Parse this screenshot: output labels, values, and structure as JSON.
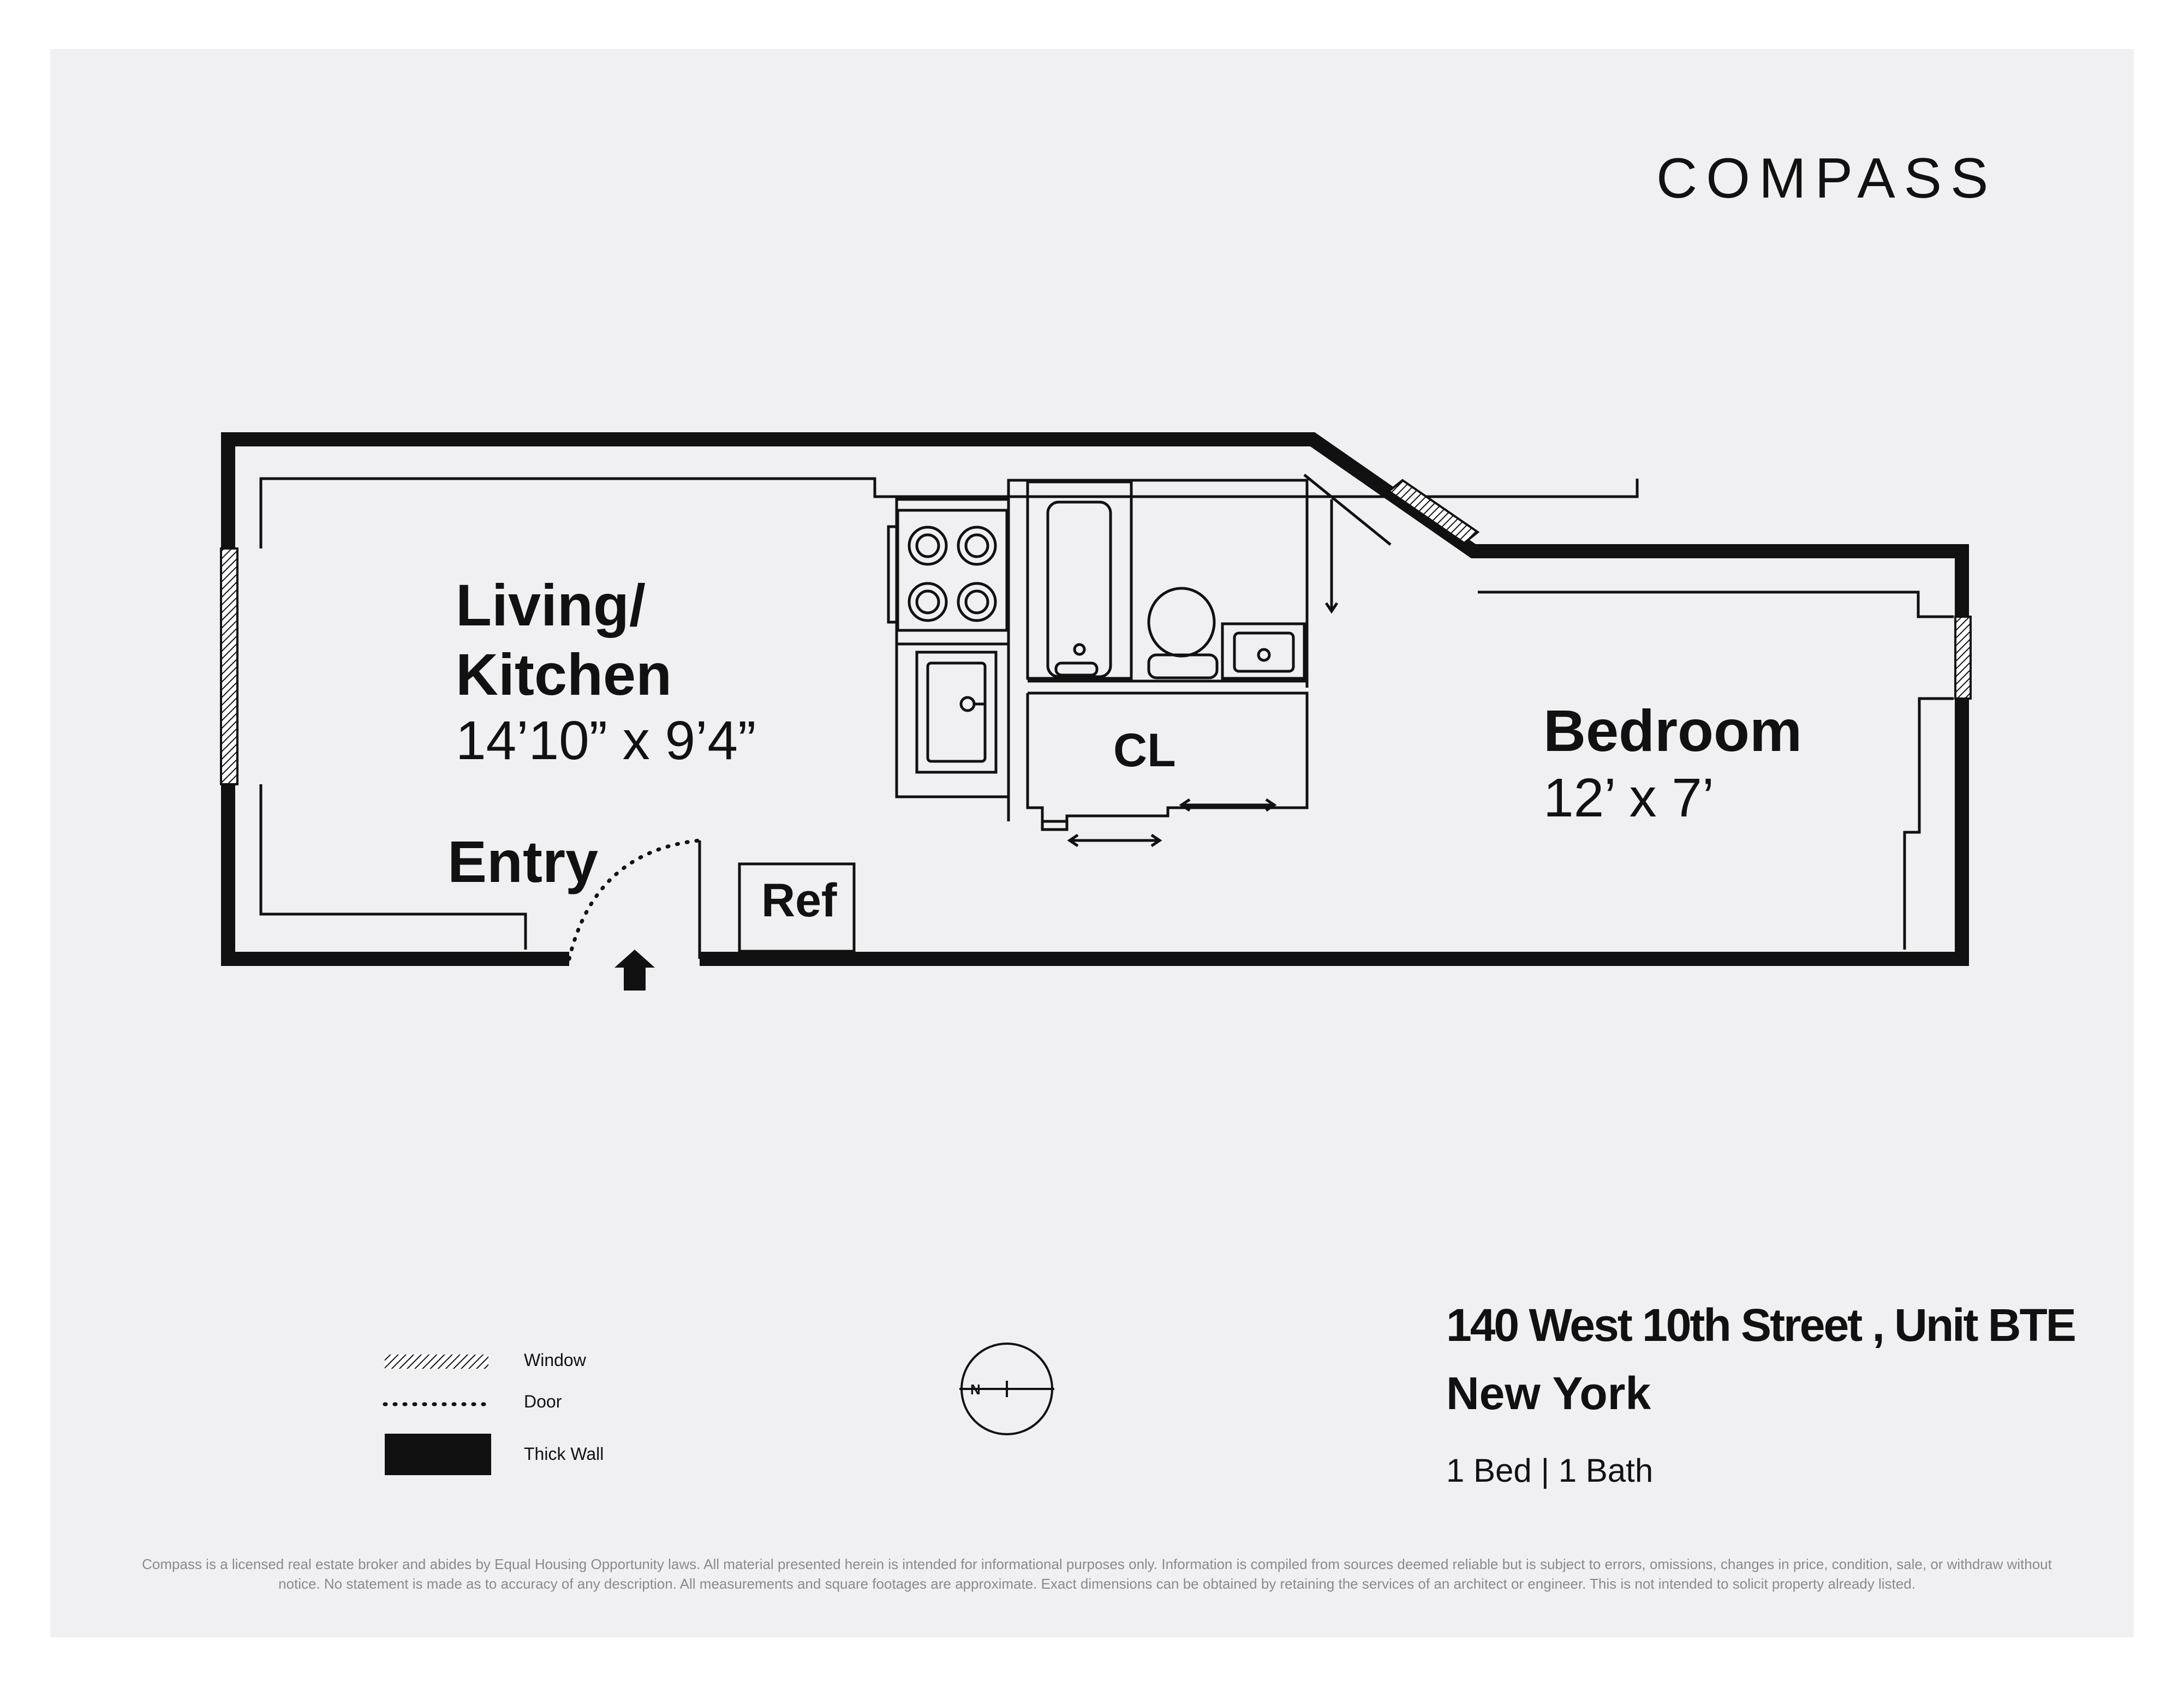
{
  "brand": {
    "name": "COMPASS"
  },
  "rooms": {
    "living": {
      "name_line1": "Living/",
      "name_line2": "Kitchen",
      "dims": "14’10” x 9’4”"
    },
    "bedroom": {
      "name": "Bedroom",
      "dims": "12’ x 7’"
    },
    "closet": {
      "name": "CL"
    },
    "entry": {
      "name": "Entry"
    },
    "ref": {
      "name": "Ref"
    }
  },
  "legend": {
    "window": "Window",
    "door": "Door",
    "thick_wall": "Thick Wall"
  },
  "listing": {
    "address": "140 West 10th Street , Unit BTE",
    "city": "New York",
    "summary": "1 Bed | 1 Bath"
  },
  "compass_rose": {
    "label": "N"
  },
  "disclaimer": "Compass is a licensed real estate broker and abides by Equal Housing Opportunity laws. All material presented herein is intended for informational purposes only. Information is compiled from sources deemed reliable but is subject to errors, omissions, changes in price, condition, sale, or withdraw without notice. No statement is made as to accuracy of any description. All measurements and square footages are approximate. Exact dimensions can be obtained by retaining the services of an architect or engineer. This is not intended to solicit property already listed.",
  "colors": {
    "background": "#f0f0f2",
    "ink": "#111111",
    "disclaimer": "#8a8a8a"
  }
}
